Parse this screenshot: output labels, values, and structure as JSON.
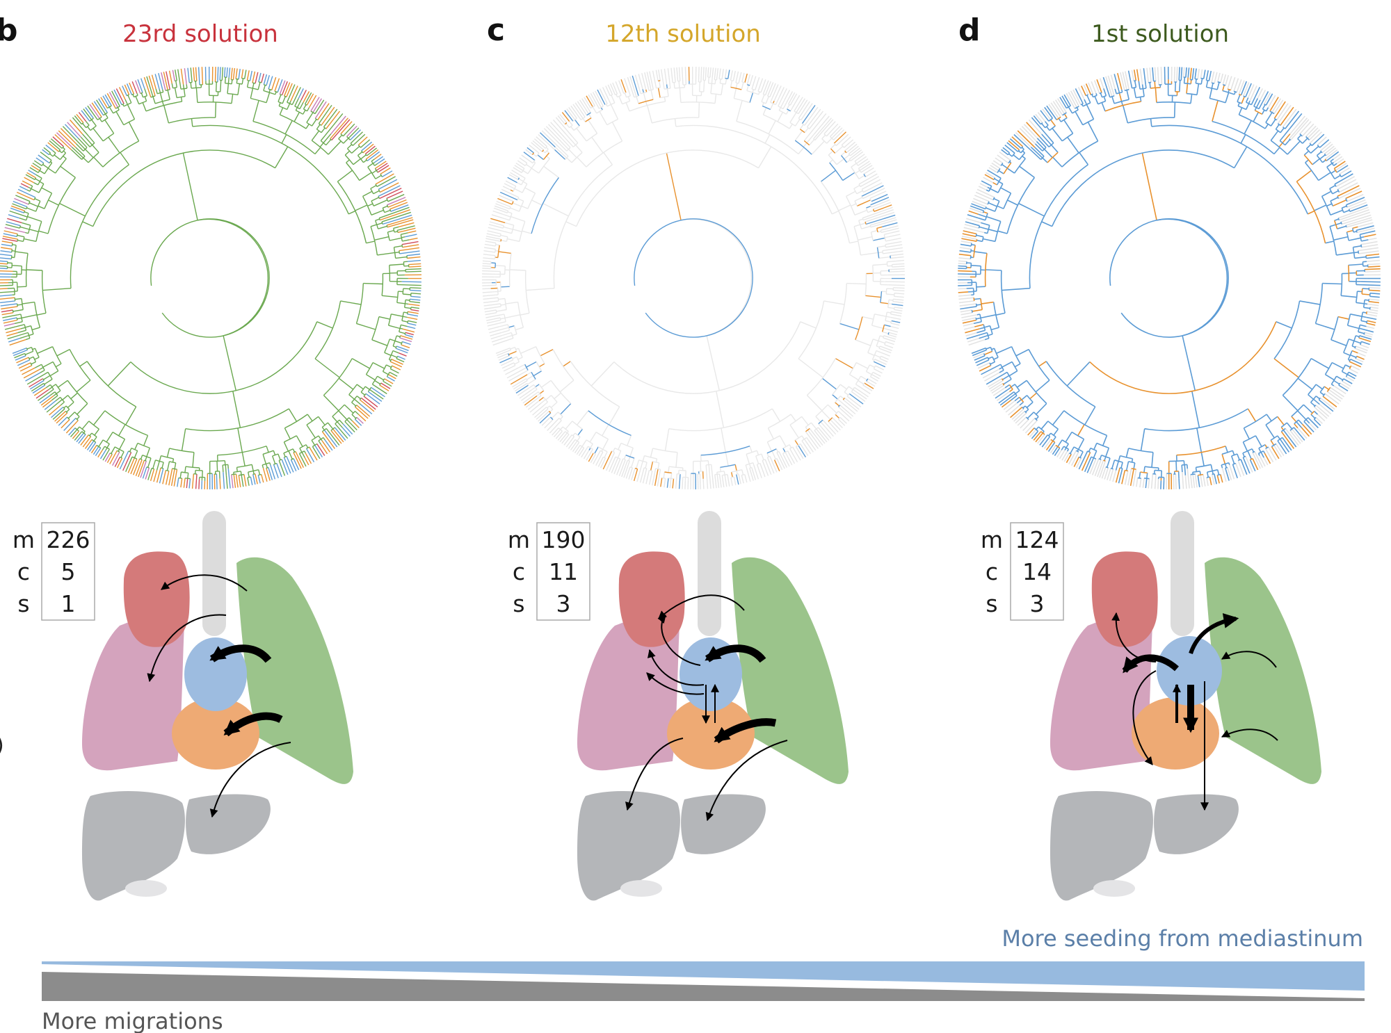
{
  "panels": [
    {
      "letter": "b",
      "title": "23rd solution",
      "title_color": "#c8323c",
      "stats": [
        {
          "key": "m",
          "value": "226"
        },
        {
          "key": "c",
          "value": "5"
        },
        {
          "key": "s",
          "value": "1"
        }
      ],
      "tree_style": "multicolor",
      "tree_colors": [
        "#6aa84f",
        "#e8912d",
        "#5b9bd5",
        "#d04b5a",
        "#c77bb5"
      ]
    },
    {
      "letter": "c",
      "title": "12th solution",
      "title_color": "#d4a62a",
      "stats": [
        {
          "key": "m",
          "value": "190"
        },
        {
          "key": "c",
          "value": "11"
        },
        {
          "key": "s",
          "value": "3"
        }
      ],
      "tree_style": "sparse",
      "tree_colors": [
        "#e8912d",
        "#5b9bd5"
      ]
    },
    {
      "letter": "d",
      "title": "1st solution",
      "title_color": "#3d5a1e",
      "stats": [
        {
          "key": "m",
          "value": "124"
        },
        {
          "key": "c",
          "value": "14"
        },
        {
          "key": "s",
          "value": "3"
        }
      ],
      "tree_style": "blue",
      "tree_colors": [
        "#5b9bd5",
        "#e8912d"
      ]
    }
  ],
  "organ_colors": {
    "right_upper_lobe": "#d47a7a",
    "right_lung": "#d4a3bd",
    "left_lung": "#9bc48b",
    "mediastinum": "#9dbce0",
    "lower_node": "#eeaa74",
    "liver": "#b4b6b9",
    "trachea": "#dcdcdc"
  },
  "gradient": {
    "top_label": "More seeding from mediastinum",
    "top_label_color": "#5b7fa8",
    "top_color": "#97badf",
    "bottom_label": "More migrations",
    "bottom_label_color": "#555555",
    "bottom_color": "#8c8c8c"
  },
  "edge_fragments": [
    ")",
    ".",
    "."
  ]
}
